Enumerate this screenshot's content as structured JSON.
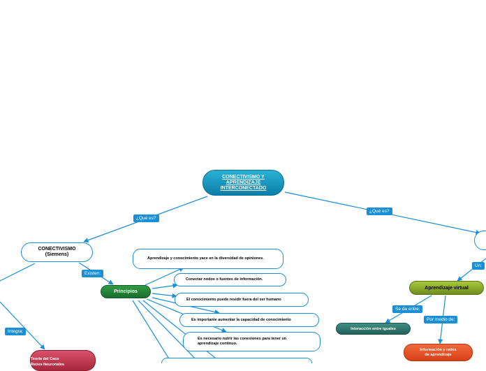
{
  "root": {
    "line1": "CONECTIVISMO Y",
    "line2": "APRENDIZAJE",
    "line3": "INTERCONECTADO"
  },
  "left_branch_label": "¿Qué es?",
  "right_branch_label": "¿Qué es?",
  "conectivismo": {
    "line1": "CONECTIVISMO",
    "line2": "(Siemens)"
  },
  "existen_label": "Existen:",
  "principios": "Principios",
  "integra_label": "Integra:",
  "teoria": {
    "line1": "Teoría del Caos",
    "line2": "Redes Neuronales"
  },
  "principles": [
    "Aprendizaje y conocimiento yace en la diversidad de opiniones.",
    "Conectar nodos o fuentes de información.",
    "El conocimiento puede residir fuera del ser humano",
    "Es importante aumentar la capacidad de conocimiento",
    "Es necesario nutrir las conexiones para tener un aprendizaje continuo."
  ],
  "un_label": "Un:",
  "aprendizaje_virtual": "Aprendizaje virtual",
  "se_da_entre_label": "Se da entre:",
  "por_medio_de_label": "Por medio de:",
  "interaccion": "Interacción entre iguales",
  "informacion": {
    "line1": "Información y redes",
    "line2": "de aprendizaje"
  },
  "colors": {
    "connector": "#1a8fd6",
    "root": "#0c7fa8",
    "principios": "#1b6d2c",
    "virtual": "#8aa82a",
    "interaccion": "#2f6f68",
    "informacion": "#e4502a",
    "teoria": "#c0394f"
  }
}
